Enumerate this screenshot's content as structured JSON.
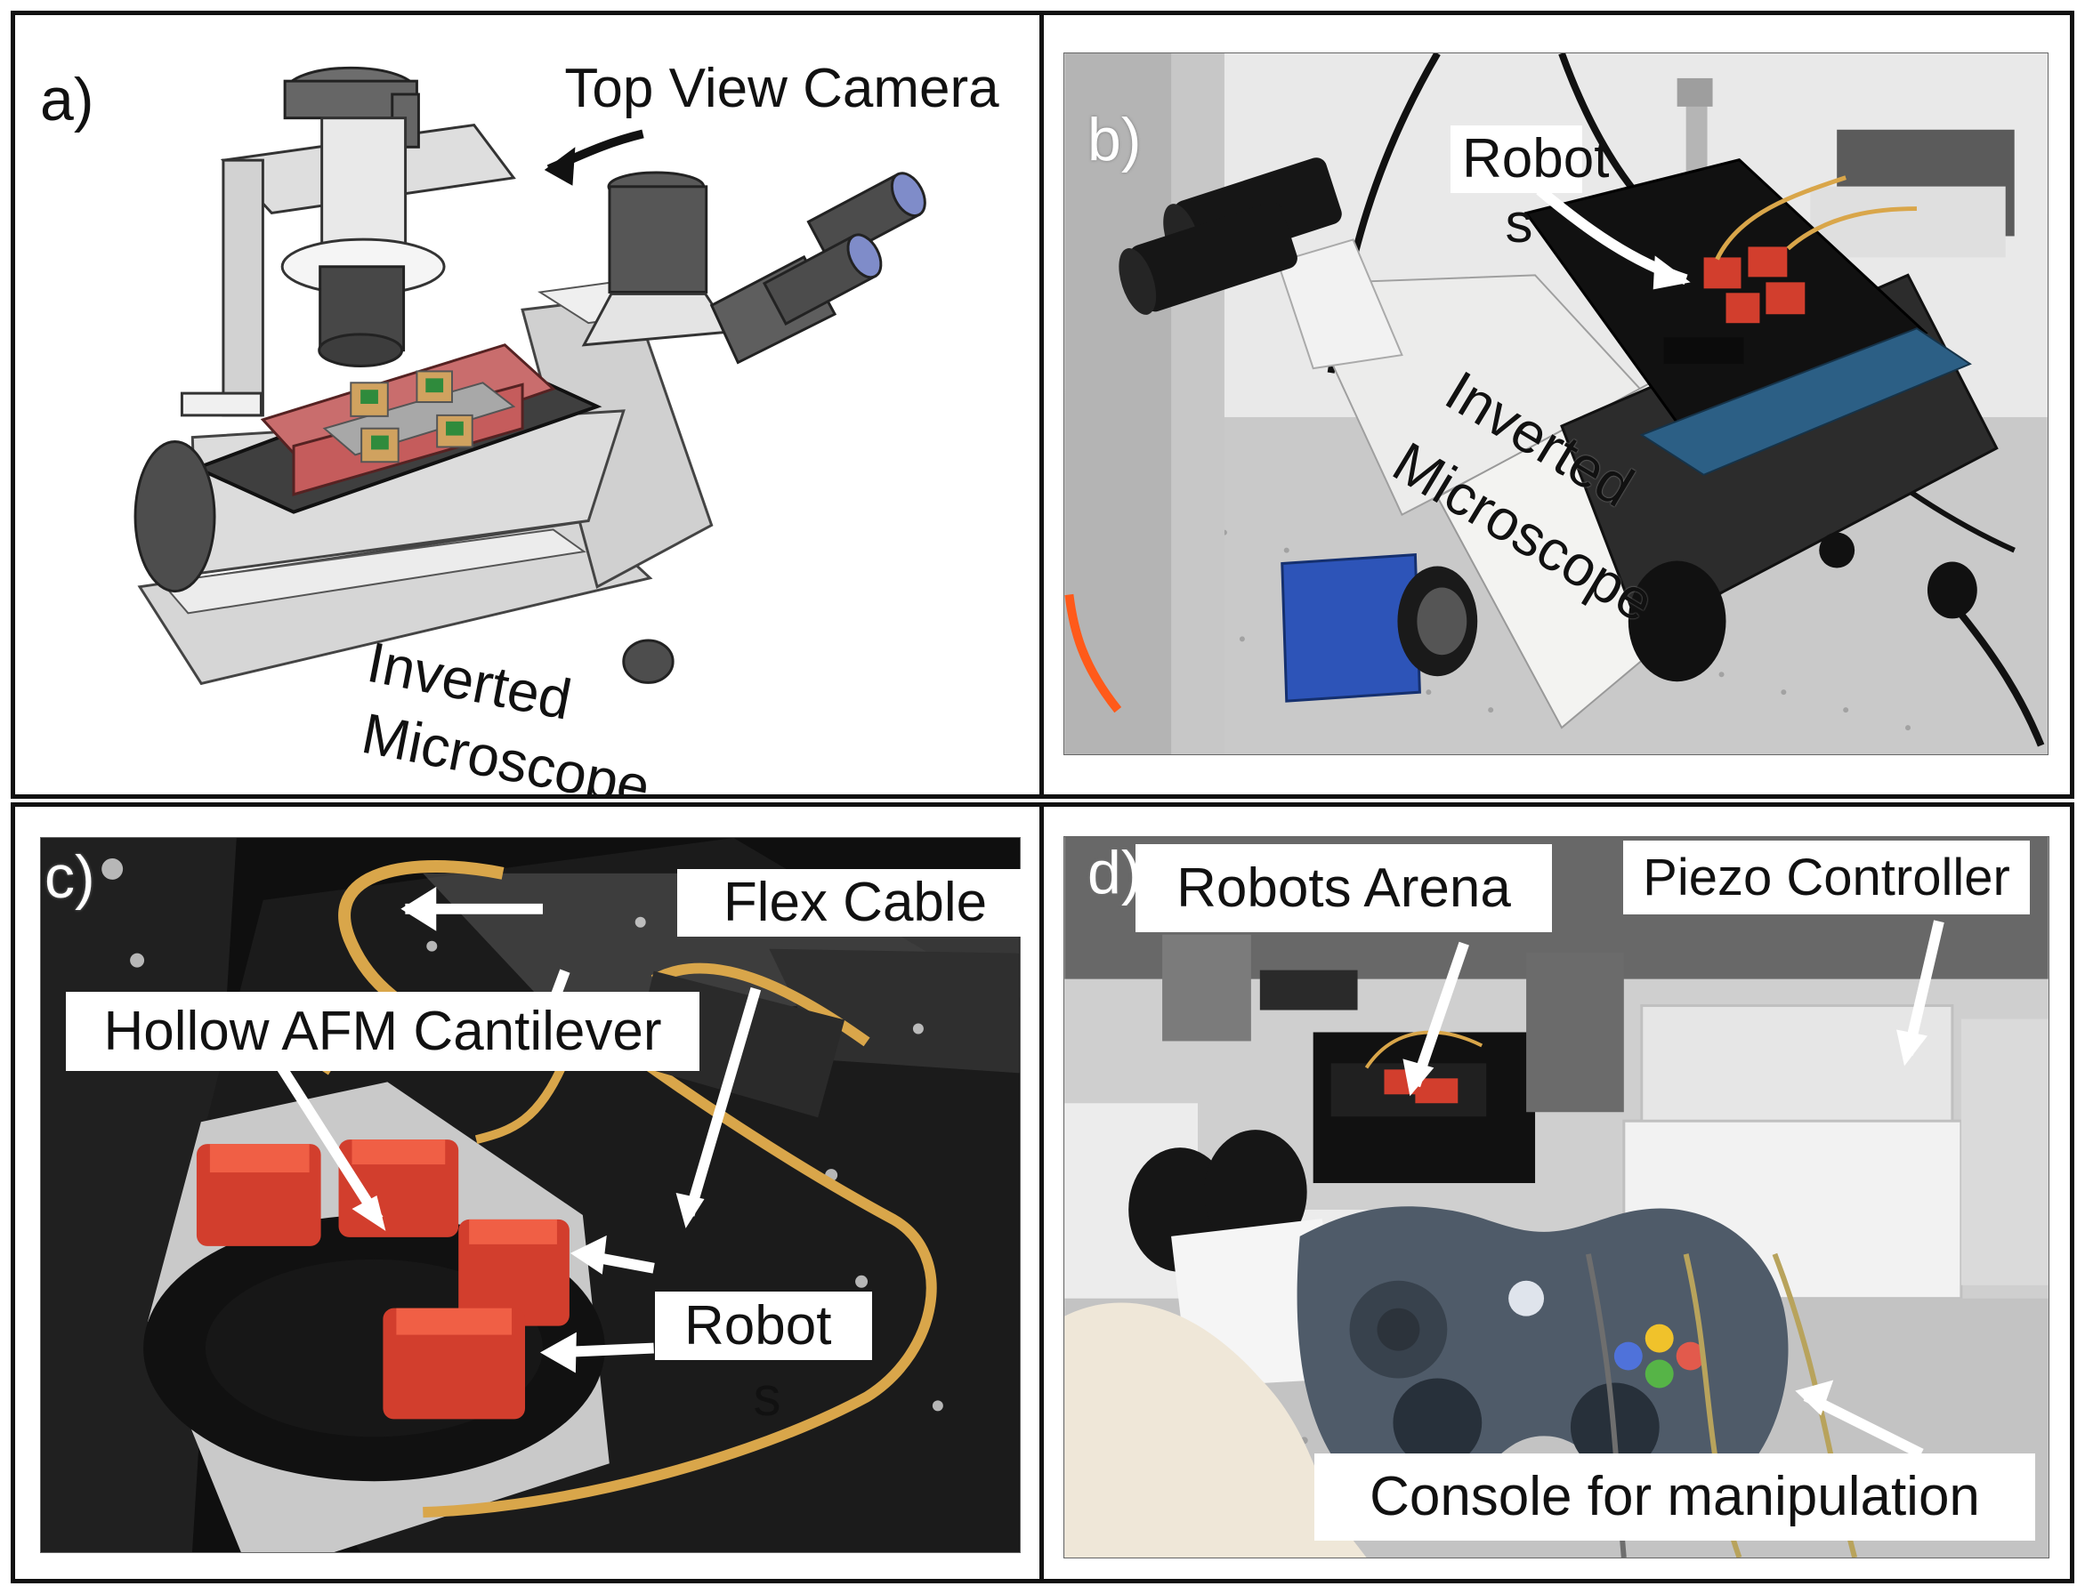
{
  "figure": {
    "panels": {
      "a": {
        "letter": "a)",
        "camera_label": "Top View Camera",
        "microscope_label_line1": "Inverted",
        "microscope_label_line2": "Microscope"
      },
      "b": {
        "letter": "b)",
        "robots_label_line1": "Robot",
        "robots_label_line2": "s",
        "microscope_label_line1": "Inverted",
        "microscope_label_line2": "Microscope"
      },
      "c": {
        "letter": "c)",
        "flex_cable_label": "Flex Cable",
        "cantilever_label": "Hollow AFM Cantilever",
        "robots_label_line1": "Robot",
        "robots_label_line2": "s"
      },
      "d": {
        "letter": "d)",
        "arena_label": "Robots Arena",
        "piezo_label": "Piezo Controller",
        "console_label": "Console for manipulation"
      }
    },
    "colors": {
      "robot_red": "#d23e2d",
      "flex_cable": "#d9a64a",
      "microscope_body": "#d9d9d4",
      "camera_blue": "#2d54b8",
      "controller_gray": "#4f5b69"
    }
  }
}
